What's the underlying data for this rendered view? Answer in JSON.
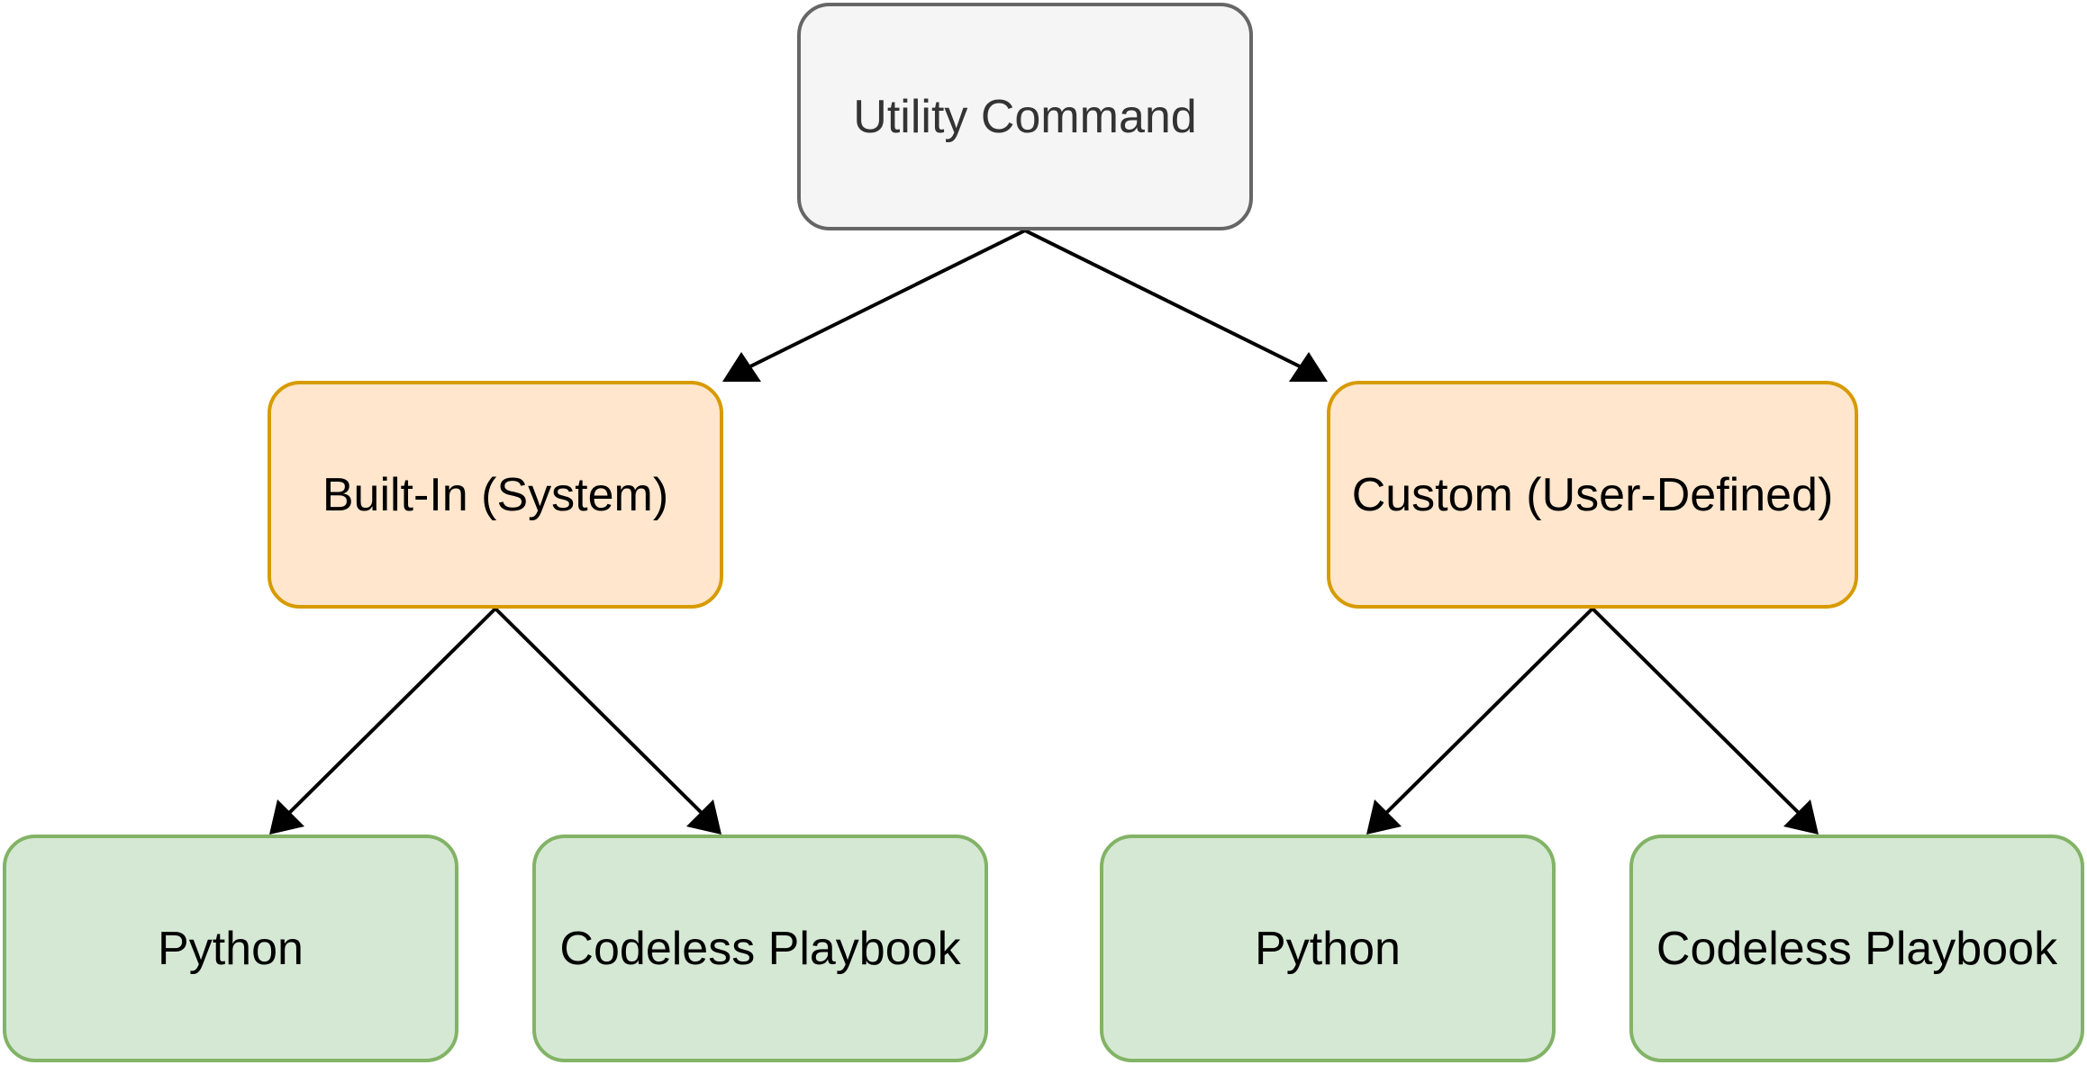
{
  "diagram": {
    "nodes": {
      "root": {
        "label": "Utility Command",
        "fill": "#f5f5f5",
        "stroke": "#666666"
      },
      "builtin": {
        "label": "Built-In (System)",
        "fill": "#ffe6cc",
        "stroke": "#d79b00"
      },
      "custom": {
        "label": "Custom (User-Defined)",
        "fill": "#ffe6cc",
        "stroke": "#d79b00"
      },
      "builtin_python": {
        "label": "Python",
        "fill": "#d5e8d4",
        "stroke": "#82b366"
      },
      "builtin_codeless": {
        "label": "Codeless Playbook",
        "fill": "#d5e8d4",
        "stroke": "#82b366"
      },
      "custom_python": {
        "label": "Python",
        "fill": "#d5e8d4",
        "stroke": "#82b366"
      },
      "custom_codeless": {
        "label": "Codeless Playbook",
        "fill": "#d5e8d4",
        "stroke": "#82b366"
      }
    },
    "edges": [
      {
        "from": "root",
        "to": "builtin"
      },
      {
        "from": "root",
        "to": "custom"
      },
      {
        "from": "builtin",
        "to": "builtin_python"
      },
      {
        "from": "builtin",
        "to": "builtin_codeless"
      },
      {
        "from": "custom",
        "to": "custom_python"
      },
      {
        "from": "custom",
        "to": "custom_codeless"
      }
    ]
  }
}
